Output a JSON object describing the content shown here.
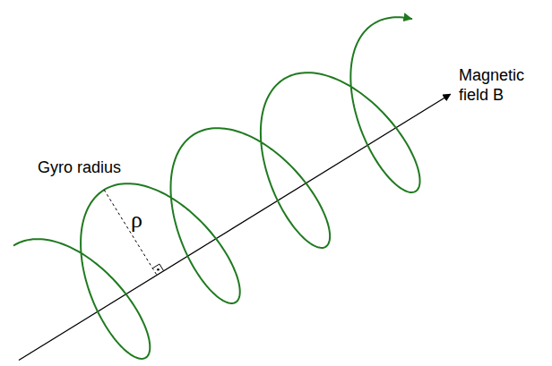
{
  "diagram": {
    "labels": [
      "Gyro radius",
      "ρ",
      "Magnetic field B"
    ]
  }
}
